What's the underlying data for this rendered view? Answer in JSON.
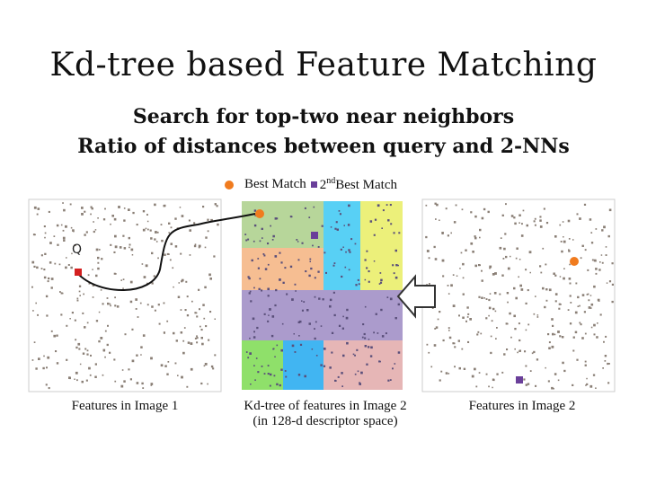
{
  "title": "Kd-tree based Feature Matching",
  "subtitle_line1": "Search for top-two near neighbors",
  "subtitle_line2": "Ratio of distances between query and 2-NNs",
  "legend": {
    "best_match": "Best Match",
    "second_prefix": "2",
    "second_sup": "nd",
    "second_suffix": " Best Match"
  },
  "query_label": "Q",
  "captions": {
    "image1": "Features in Image 1",
    "kdtree_line1": "Kd-tree of features in Image 2",
    "kdtree_line2": "(in 128-d descriptor space)",
    "image2": "Features in Image 2"
  },
  "colors": {
    "best_match": "#f07b1e",
    "second_match": "#6a3f9a",
    "query": "#d42020",
    "feature_dot": "#8a7f76",
    "cell_green": "#b7d69a",
    "cell_cyan": "#58d0f5",
    "cell_yellow": "#ecf07a",
    "cell_orange": "#f6be92",
    "cell_purple": "#ab9bcc",
    "cell_bright_green": "#8fe06a",
    "cell_blue": "#41b5f2",
    "cell_pink": "#e6b6b6"
  }
}
